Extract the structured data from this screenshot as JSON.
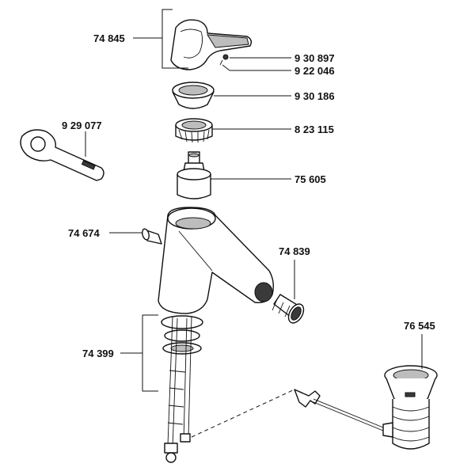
{
  "parts": {
    "handle_lever": "74 845",
    "screw": "9 30 897",
    "plug": "9 22 046",
    "cover_ring": "9 30 186",
    "threaded_ring": "8 23 115",
    "wrench": "9 29 077",
    "cartridge": "75 605",
    "hose_connector": "74 674",
    "aerator": "74 839",
    "mounting_set": "74 399",
    "waste_set": "76 545"
  },
  "colors": {
    "line": "#111111",
    "shade": "#bdbdbd",
    "background": "#ffffff"
  }
}
